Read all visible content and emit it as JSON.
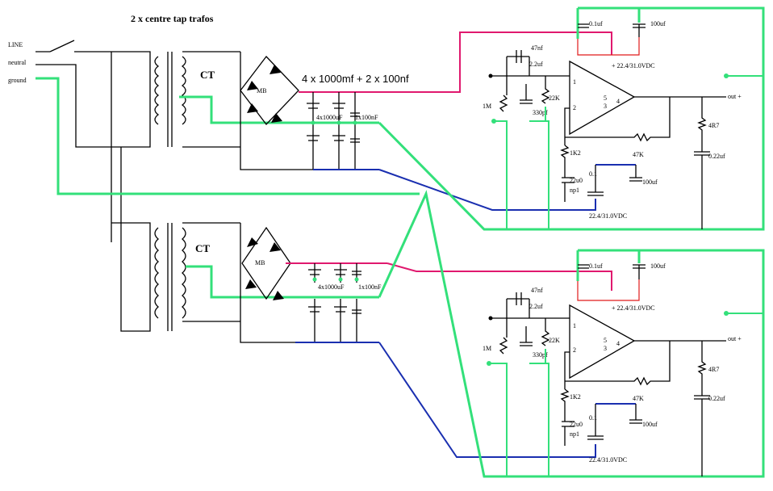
{
  "title": "2 x centre tap trafos",
  "inputs": {
    "line": "LINE",
    "neutral": "neutral",
    "ground": "ground"
  },
  "supply": {
    "ct_label": "CT",
    "rectifier_label": "MB",
    "caps_note": "4 x 1000mf  + 2 x 100nf",
    "cap_small_1": "4x1000uF",
    "cap_small_2": "1x100nF"
  },
  "amp": {
    "c_top_1": "0.1uf",
    "c_top_2": "100uf",
    "c_in": "47nf",
    "c_in2": "2.2uf",
    "r_in": "1M",
    "c_rf": "330pf",
    "r_bias": "22K",
    "supply_pos": "+ 22.4/31.0VDC",
    "supply_neg": "22.4/31.0VDC",
    "pin1": "1",
    "pin2": "2",
    "pin3": "3",
    "pin4": "4",
    "pin5": "5",
    "r_g": "1K2",
    "r_f": "47K",
    "c_g": "22u0",
    "c_g_type": "np1",
    "c_bot_1": "0.1",
    "c_bot_2": "100uf",
    "r_zobel": "4R7",
    "c_zobel": "0.22uf",
    "out": "out +"
  },
  "colors": {
    "ground": "#33e07a",
    "positive": "#e0196e",
    "negative": "#1a2fb0",
    "wire": "#000000"
  }
}
